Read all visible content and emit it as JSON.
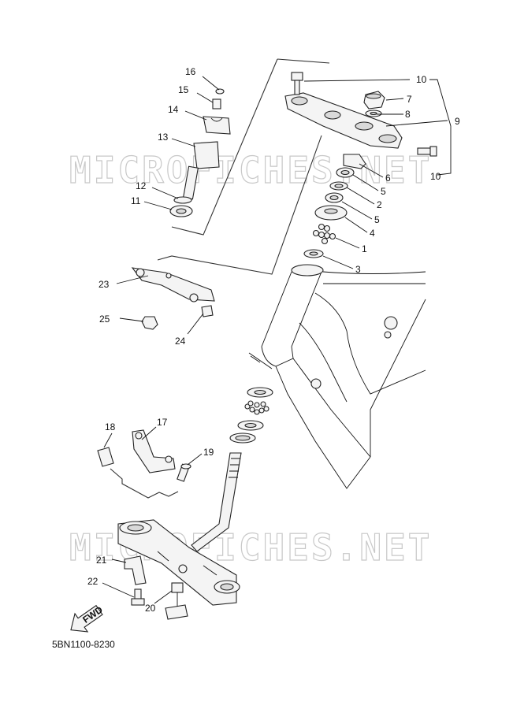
{
  "watermark": {
    "upper": "MICROFICHES.NET",
    "lower": "MICROFICHES.NET"
  },
  "fwd_arrow_label": "FWD",
  "diagram_code": "5BN1100-8230",
  "callouts": {
    "c1": "1",
    "c2": "2",
    "c3": "3",
    "c4": "4",
    "c5a": "5",
    "c5b": "5",
    "c6": "6",
    "c7": "7",
    "c8": "8",
    "c9": "9",
    "c10a": "10",
    "c10b": "10",
    "c11": "11",
    "c12": "12",
    "c13": "13",
    "c14": "14",
    "c15": "15",
    "c16": "16",
    "c17": "17",
    "c18": "18",
    "c19": "19",
    "c20": "20",
    "c21": "21",
    "c22": "22",
    "c23": "23",
    "c24": "24",
    "c25": "25"
  }
}
